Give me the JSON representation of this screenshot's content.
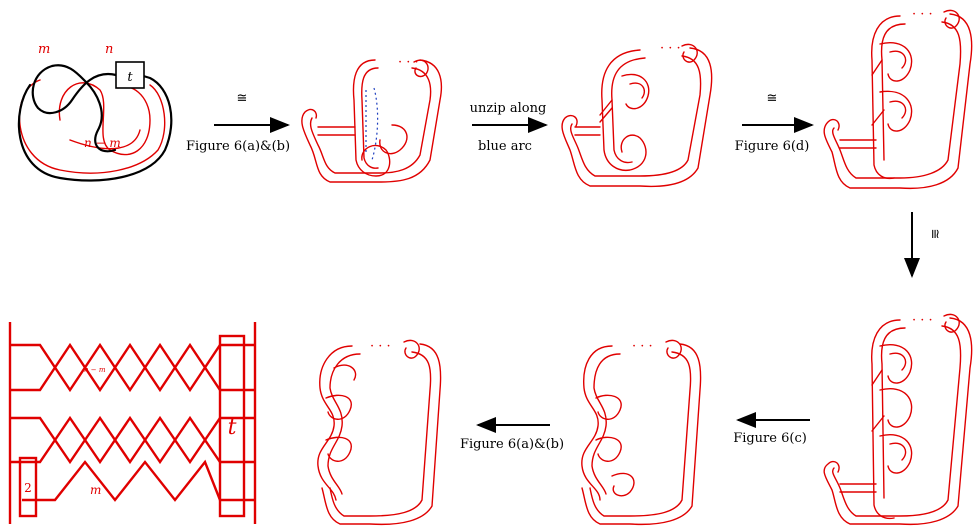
{
  "colors": {
    "surface": "#e00000",
    "knot": "#000000",
    "arc": "#1f3fbf"
  },
  "labels": {
    "m": "m",
    "n": "n",
    "n_minus_m": "n − m",
    "t": "t",
    "two": "2"
  },
  "arrows": {
    "a1": {
      "top": "≅",
      "bottom": "Figure 6(a)&(b)"
    },
    "a2": {
      "top": "unzip along",
      "bottom": "blue arc"
    },
    "a3": {
      "top": "≅",
      "bottom": "Figure 6(d)"
    },
    "a4": {
      "side": "≅"
    },
    "a5": {
      "bottom": "Figure 6(c)"
    },
    "a6": {
      "bottom": "Figure 6(a)&(b)"
    }
  },
  "ellipsis": "· · ·"
}
